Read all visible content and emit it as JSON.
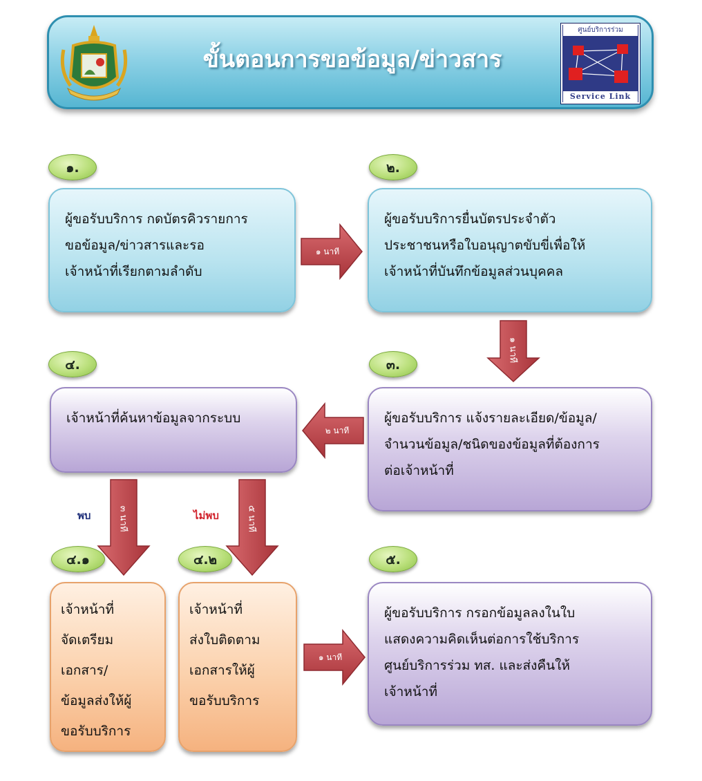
{
  "header": {
    "title": "ขั้นตอนการขอข้อมูล/ข่าวสาร",
    "logo_top_text": "ศูนย์บริการร่วม",
    "logo_bottom_text": "Service Link"
  },
  "steps": [
    {
      "number": "๑.",
      "lines": [
        "ผู้ขอรับบริการ กดบัตรคิวรายการ",
        "ขอข้อมูล/ข่าวสารและรอ",
        "เจ้าหน้าที่เรียกตามลำดับ"
      ]
    },
    {
      "number": "๒.",
      "lines": [
        "ผู้ขอรับบริการยื่นบัตรประจำตัว",
        "ประชาชนหรือใบอนุญาตขับขี่เพื่อให้",
        "เจ้าหน้าที่บันทึกข้อมูลส่วนบุคคล"
      ]
    },
    {
      "number": "๓.",
      "lines": [
        "ผู้ขอรับบริการ แจ้งรายละเอียด/ข้อมูล/",
        "จำนวนข้อมูล/ชนิดของข้อมูลที่ต้องการ",
        "ต่อเจ้าหน้าที่"
      ]
    },
    {
      "number": "๔.",
      "lines": [
        "เจ้าหน้าที่ค้นหาข้อมูลจากระบบ"
      ]
    },
    {
      "number": "๔.๑",
      "lines": [
        "เจ้าหน้าที่",
        "จัดเตรียม",
        "เอกสาร/",
        "ข้อมูลส่งให้ผู้",
        "ขอรับบริการ"
      ]
    },
    {
      "number": "๔.๒",
      "lines": [
        "เจ้าหน้าที่",
        "ส่งใบติดตาม",
        "เอกสารให้ผู้",
        "ขอรับบริการ"
      ]
    },
    {
      "number": "๕.",
      "lines": [
        "ผู้ขอรับบริการ กรอกข้อมูลลงในใบ",
        "แสดงความคิดเห็นต่อการใช้บริการ",
        "ศูนย์บริการร่วม ทส. และส่งคืนให้",
        "เจ้าหน้าที่"
      ]
    }
  ],
  "arrows": {
    "a1_2": "๑ นาที",
    "a2_3": "๑ นาที",
    "a3_4": "๒ นาที",
    "a4_41": "๓ นาที",
    "a4_42": "๕ นาที",
    "a42_5": "๑ นาที"
  },
  "branch_labels": {
    "found": "พบ",
    "not_found": "ไม่พบ"
  },
  "colors": {
    "arrow": "#c0444a",
    "badge": "#b9df7a",
    "blue_box": "#b8e3ef",
    "purple_box": "#b8a6d6",
    "orange_box": "#fbd1ac",
    "banner": "#8fd2e6"
  }
}
